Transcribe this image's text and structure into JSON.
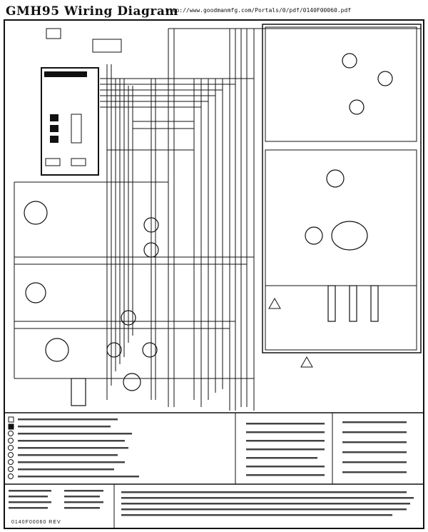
{
  "header": {
    "title": "GMH95 Wiring Diagram",
    "url": "http://www.goodmanmfg.com/Portals/0/pdf/0140F00060.pdf"
  },
  "diagram": {
    "part_number": "0140F00060 REV"
  },
  "colors": {
    "ink": "#111111",
    "background": "#ffffff"
  }
}
